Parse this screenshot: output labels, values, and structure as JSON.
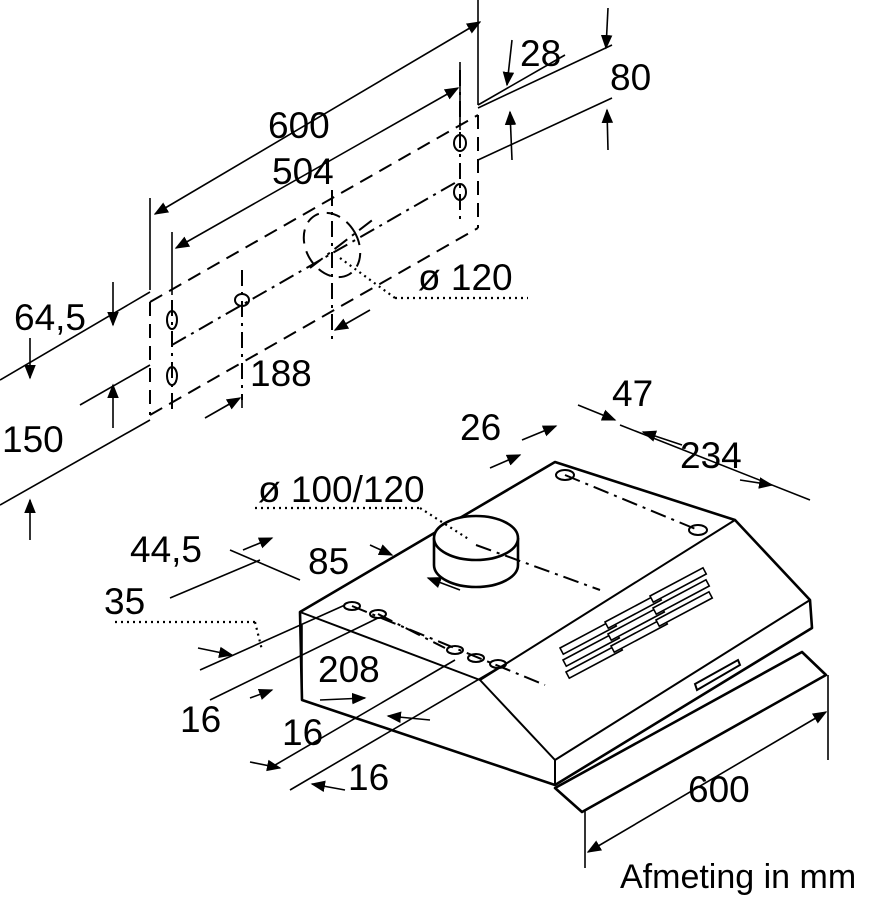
{
  "wall_template": {
    "dim_600": "600",
    "dim_504": "504",
    "dim_28": "28",
    "dim_80": "80",
    "dim_120_diameter": "ø 120",
    "dim_64_5": "64,5",
    "dim_150": "150",
    "dim_188": "188"
  },
  "hood": {
    "dim_47": "47",
    "dim_26": "26",
    "dim_234": "234",
    "dim_100_120_diameter": "ø 100/120",
    "dim_44_5": "44,5",
    "dim_85": "85",
    "dim_35": "35",
    "dim_208": "208",
    "dim_16_a": "16",
    "dim_16_b": "16",
    "dim_16_c": "16",
    "dim_600_width": "600"
  },
  "footer": {
    "units_note": "Afmeting in mm"
  }
}
